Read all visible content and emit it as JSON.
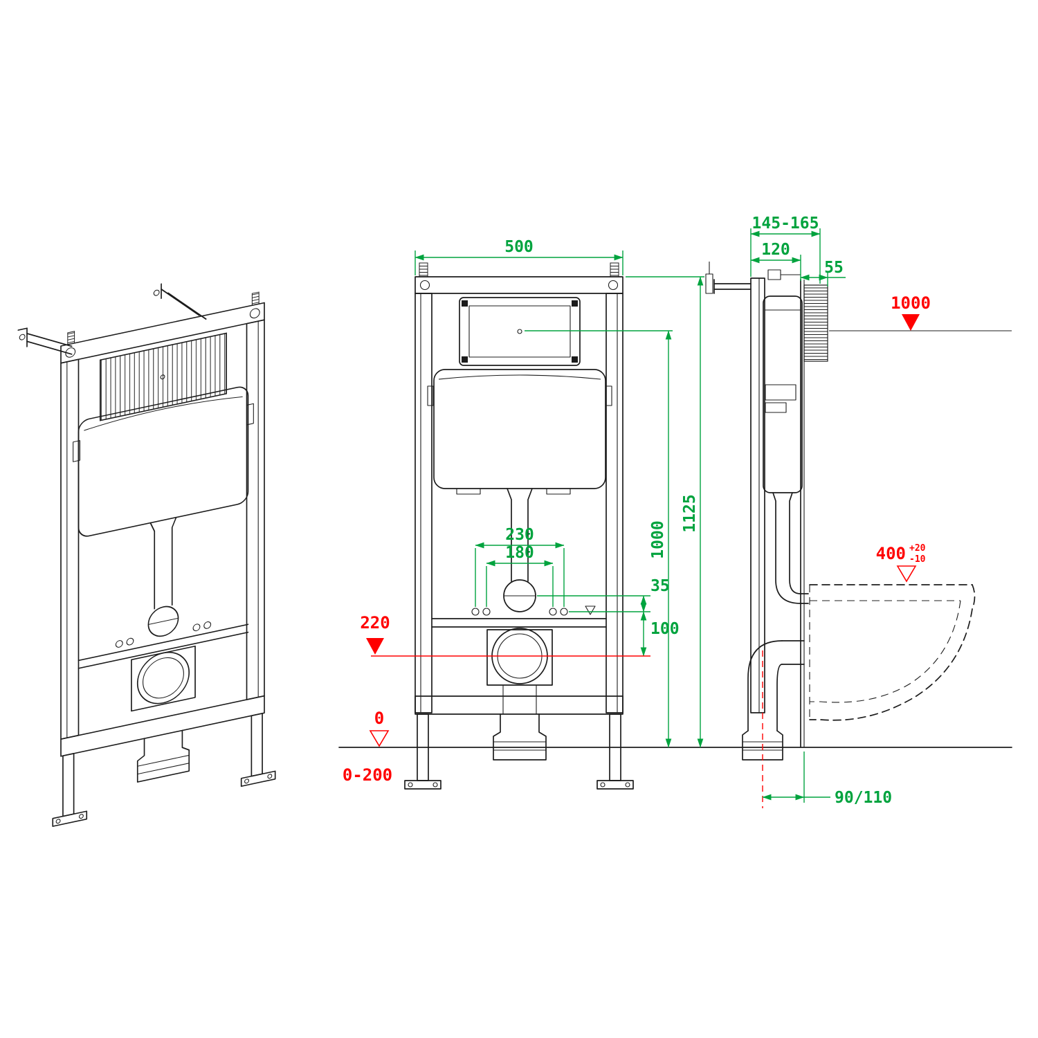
{
  "colors": {
    "line": "#1c1c1c",
    "dimension_green": "#00a33e",
    "dimension_red": "#ff0000",
    "background": "#ffffff"
  },
  "dims_green": {
    "frame_width": "500",
    "depth_total": "145-165",
    "frame_depth": "120",
    "wall_offset": "55",
    "frame_height": "1125",
    "fixing_height": "1000",
    "bolt_span_outer": "230",
    "bolt_span_inner": "180",
    "elbow_offset": "35",
    "bolt_height": "100",
    "outlet_wall_distance": "90/110"
  },
  "dims_red": {
    "level_line": "1000",
    "outlet_height": "220",
    "floor_level": "0",
    "adjust_range": "0-200",
    "bowl_rim_height": "400",
    "bowl_tol_plus": "+20",
    "bowl_tol_minus": "-10"
  }
}
